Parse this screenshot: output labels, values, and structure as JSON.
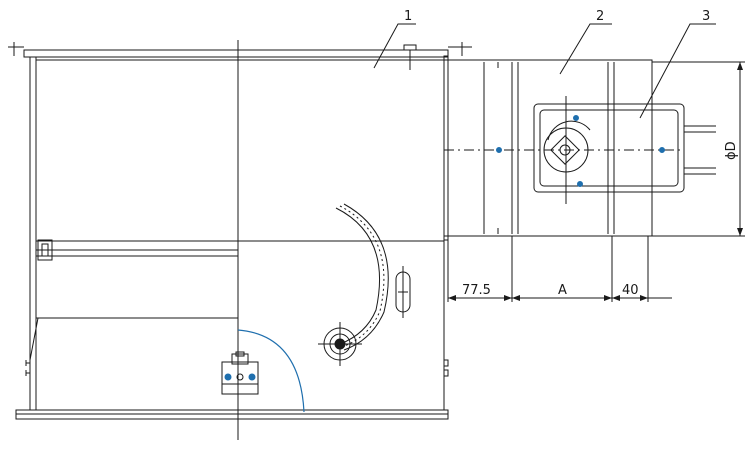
{
  "callouts": {
    "c1": "1",
    "c2": "2",
    "c3": "3"
  },
  "dimensions": {
    "d1": "77.5",
    "d2": "A",
    "d3": "40",
    "diameter": "ϕD"
  },
  "colors": {
    "line": "#1a1a1a",
    "dim": "#1f6fae",
    "blue": "#1f6fae",
    "hatch": "#3a6fb0"
  }
}
